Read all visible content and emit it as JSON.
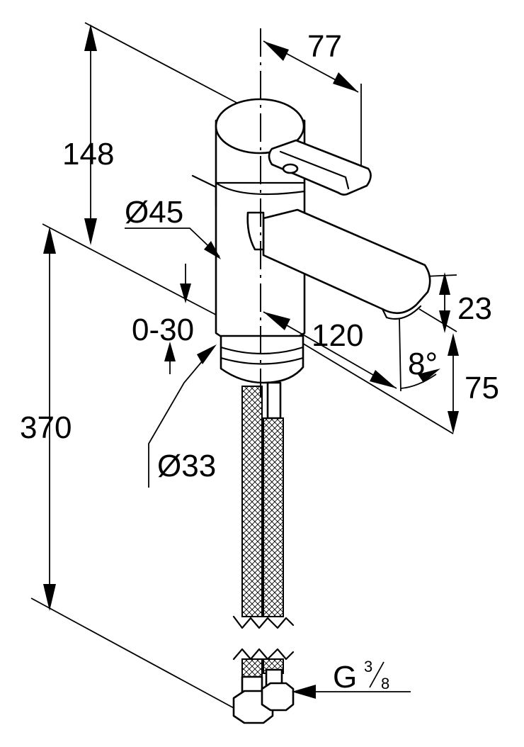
{
  "dimensions": {
    "height_top": "148",
    "spout_lever_reach": "77",
    "body_diameter": "Ø45",
    "mount_range": "0-30",
    "total_height": "370",
    "base_diameter": "Ø33",
    "spout_reach": "120",
    "spout_height": "23",
    "outlet_height": "75",
    "spout_angle": "8°",
    "thread_letter": "G",
    "thread_num": "3",
    "thread_den": "8"
  },
  "colors": {
    "ink": "#000000",
    "paper": "#ffffff"
  }
}
